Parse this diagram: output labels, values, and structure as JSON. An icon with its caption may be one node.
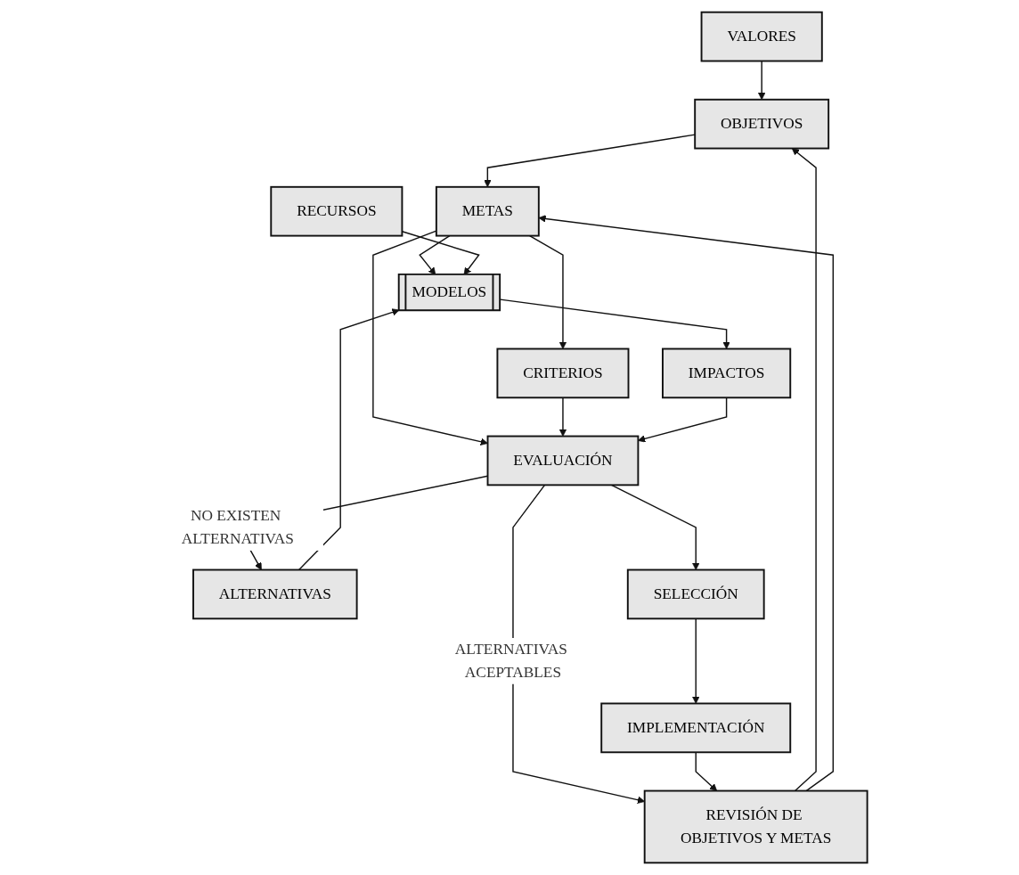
{
  "diagram": {
    "nodes": [
      {
        "text": [
          "VALORES"
        ]
      },
      {
        "text": [
          "REVISIÓN DE OBJETIVOS Y METAS"
        ]
      },
      {
        "text": [
          "OBJETIVOS"
        ]
      },
      {
        "text": [
          "ALTERNATIVAS"
        ]
      },
      {
        "text": [
          "METAS"
        ]
      },
      {
        "text": [
          "MODELOS"
        ]
      },
      {
        "text": [
          "RECURSOS"
        ]
      },
      {
        "text": [
          "CRITERIOS"
        ]
      },
      {
        "text": [
          "IMPACTOS"
        ]
      },
      {
        "text": [
          "EVALUACIÓN"
        ]
      },
      {
        "text": [
          "SELECCIÓN"
        ]
      },
      {
        "text": [
          "IMPLEMENTACIÓN"
        ]
      }
    ],
    "edges": [
      {
        "from": 0,
        "to": 2,
        "arrow": "to"
      },
      {
        "from": 1,
        "to": 2,
        "arrow": "to"
      },
      {
        "from": 1,
        "to": 4,
        "arrow": "to"
      },
      {
        "from": 2,
        "to": 4,
        "arrow": "to"
      },
      {
        "from": 3,
        "to": 5,
        "arrow": "to"
      },
      {
        "from": 4,
        "to": 5,
        "arrow": "to"
      },
      {
        "from": 6,
        "to": 5,
        "arrow": "to"
      },
      {
        "from": 4,
        "to": 7,
        "arrow": "to"
      },
      {
        "from": 4,
        "to": 9,
        "arrow": "to"
      },
      {
        "from": 5,
        "to": 8,
        "arrow": "to"
      },
      {
        "from": 7,
        "to": 9,
        "arrow": "to"
      },
      {
        "from": 8,
        "to": 9,
        "arrow": "to"
      },
      {
        "from": 9,
        "to": 3,
        "label": "NO EXISTEN ALTERNATIVAS",
        "arrow": "to"
      },
      {
        "from": 9,
        "to": 1,
        "label": "ALTERNATIVAS ACEPTABLES",
        "arrow": "to"
      },
      {
        "from": 9,
        "to": 10,
        "arrow": "to"
      },
      {
        "from": 10,
        "to": 11,
        "arrow": "to"
      },
      {
        "from": 11,
        "to": 1,
        "arrow": "to"
      }
    ]
  }
}
